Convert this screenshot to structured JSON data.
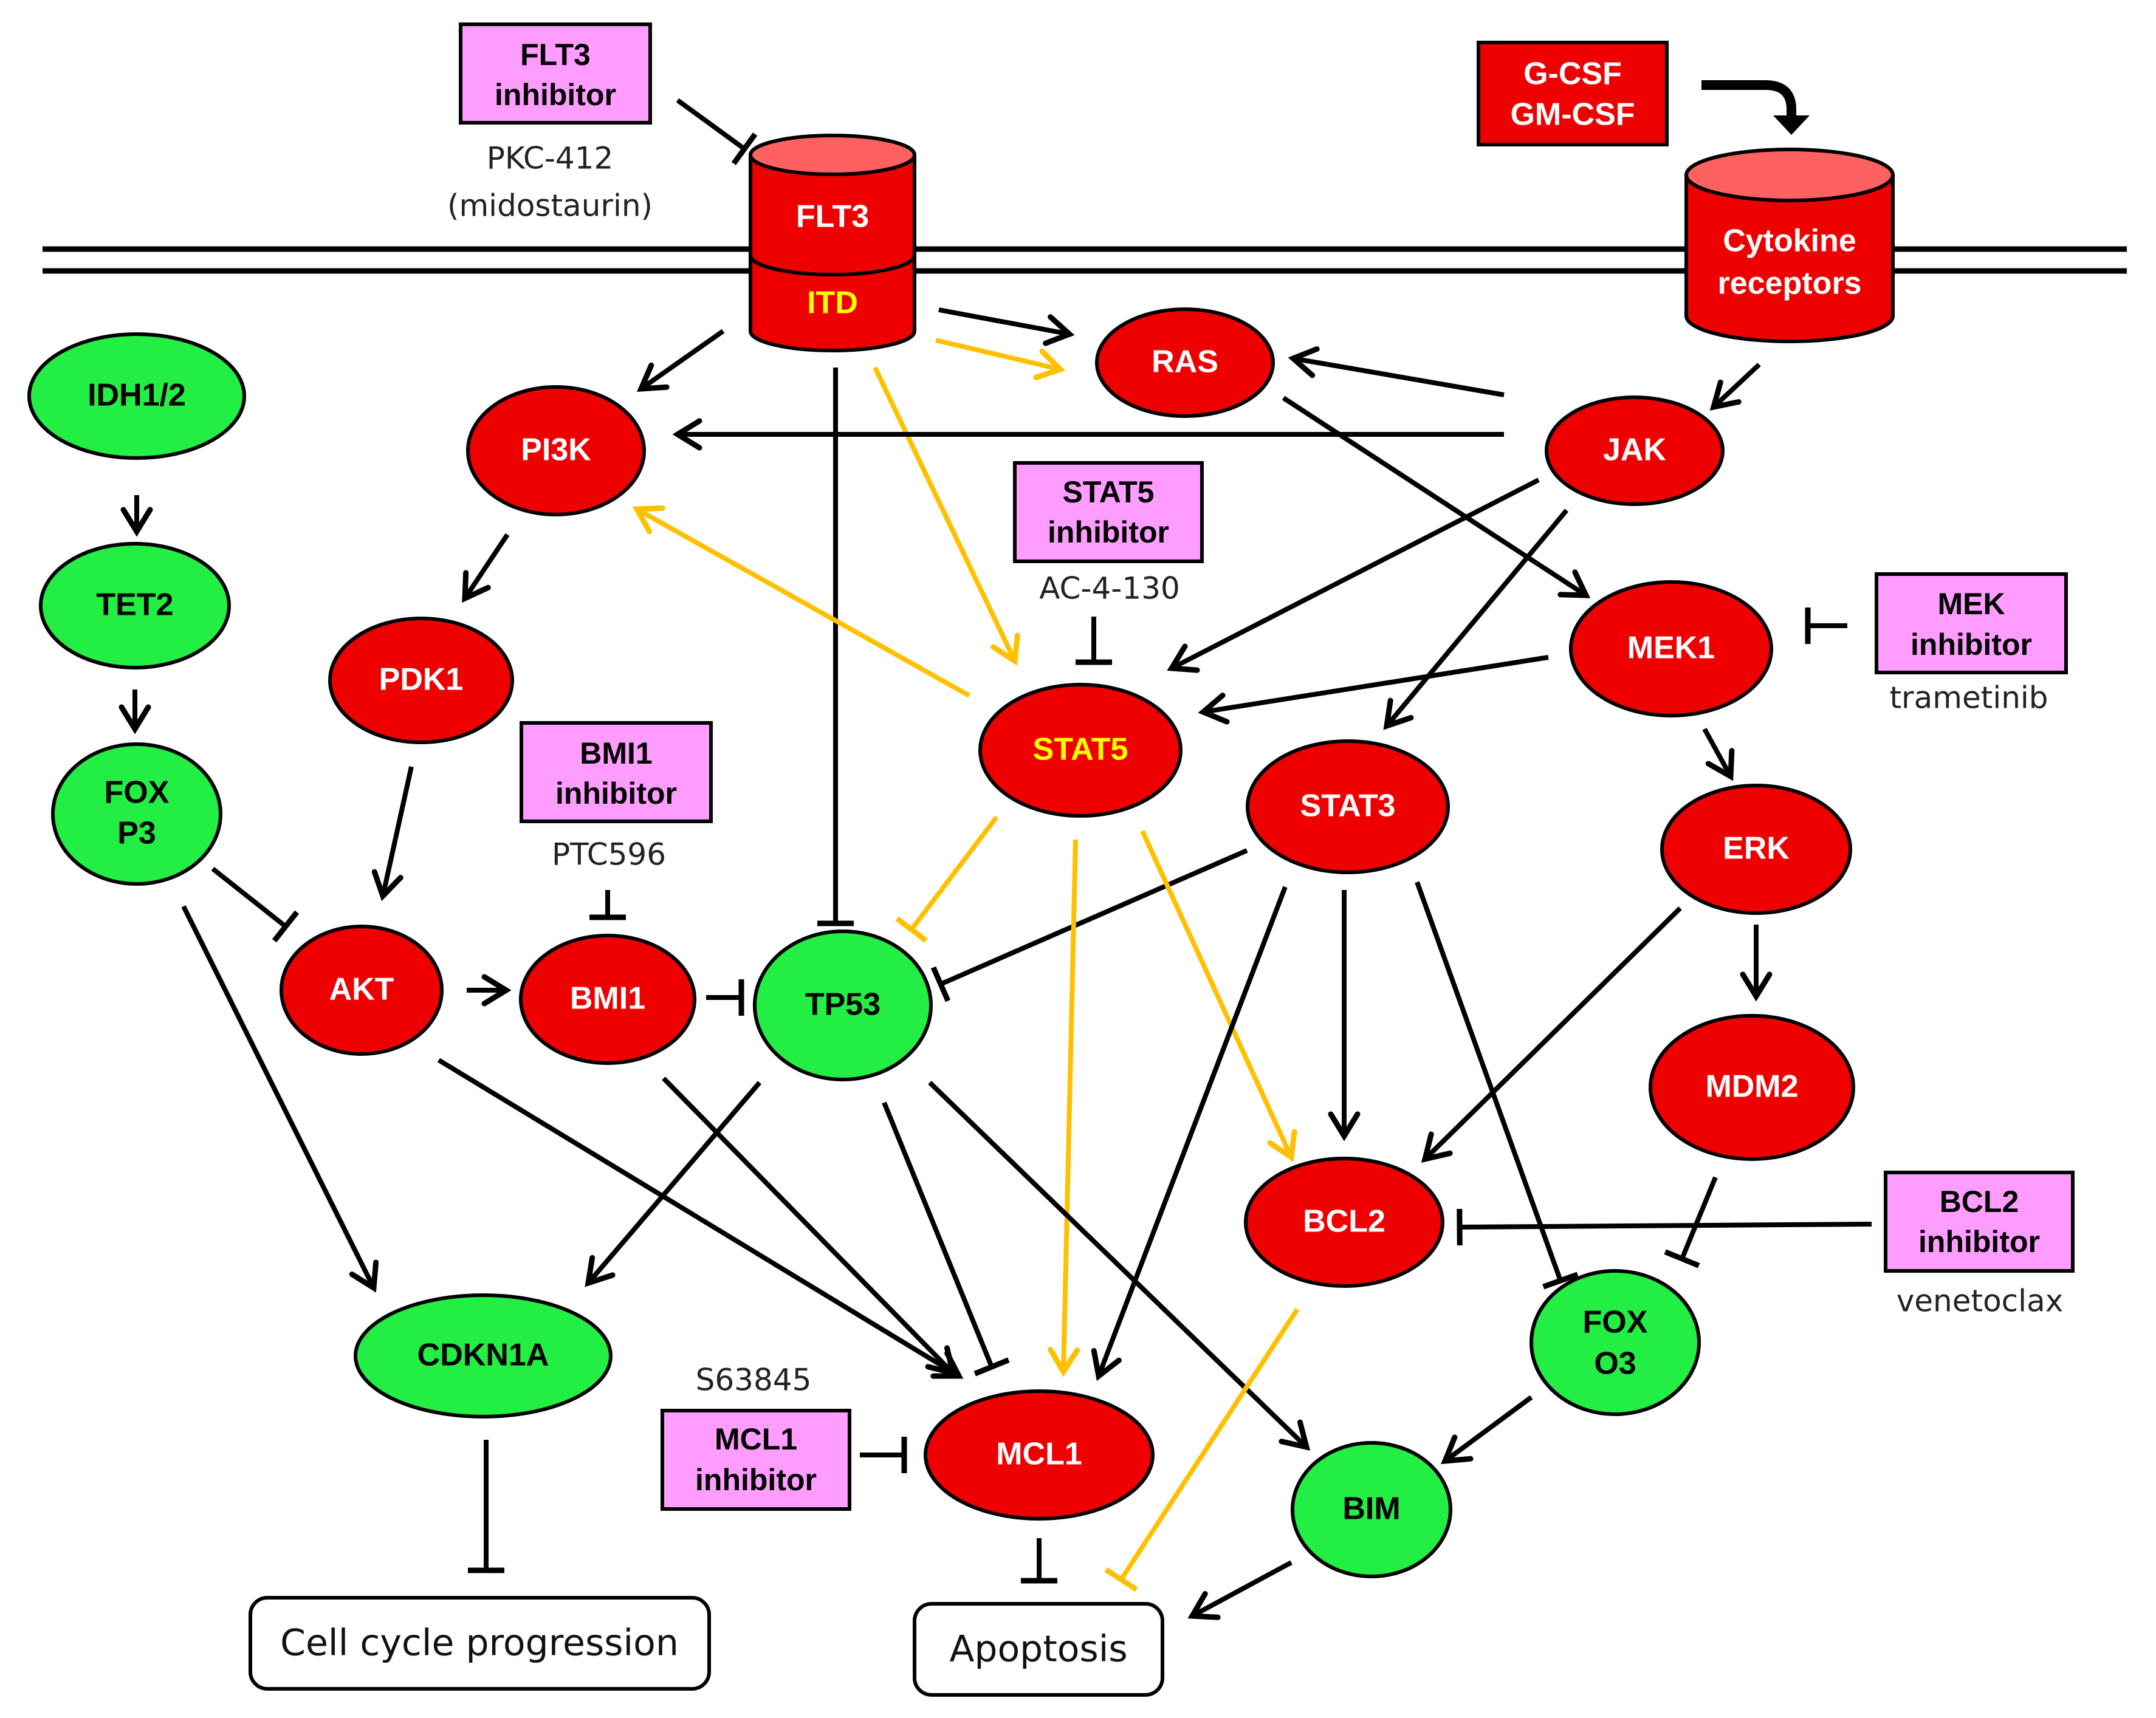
{
  "colors": {
    "oncogene": "#ee0000",
    "tumor_suppressor": "#22ee44",
    "inhibitor_box": "#ff9cff",
    "black_edge": "#000000",
    "yellow_edge": "#ffc000",
    "yellow_text": "#ffff00"
  },
  "nodes": {
    "idh12": "IDH1/2",
    "tet2": "TET2",
    "foxp3_l1": "FOX",
    "foxp3_l2": "P3",
    "pi3k": "PI3K",
    "pdk1": "PDK1",
    "akt": "AKT",
    "bmi1": "BMI1",
    "tp53": "TP53",
    "cdkn1a": "CDKN1A",
    "mcl1": "MCL1",
    "stat5": "STAT5",
    "stat3": "STAT3",
    "ras": "RAS",
    "jak": "JAK",
    "mek1": "MEK1",
    "erk": "ERK",
    "mdm2": "MDM2",
    "bcl2": "BCL2",
    "foxo3_l1": "FOX",
    "foxo3_l2": "O3",
    "bim": "BIM"
  },
  "receptors": {
    "flt3": "FLT3",
    "itd": "ITD",
    "cytokine_l1": "Cytokine",
    "cytokine_l2": "receptors"
  },
  "ligand": {
    "line1": "G-CSF",
    "line2": "GM-CSF"
  },
  "inhibitors": {
    "flt3": {
      "line1": "FLT3",
      "line2": "inhibitor",
      "drug_line1": "PKC-412",
      "drug_line2": "(midostaurin)"
    },
    "stat5": {
      "line1": "STAT5",
      "line2": "inhibitor",
      "drug": "AC-4-130"
    },
    "mek": {
      "line1": "MEK",
      "line2": "inhibitor",
      "drug": "trametinib"
    },
    "bmi1": {
      "line1": "BMI1",
      "line2": "inhibitor",
      "drug": "PTC596"
    },
    "bcl2": {
      "line1": "BCL2",
      "line2": "inhibitor",
      "drug": "venetoclax"
    },
    "mcl1": {
      "line1": "MCL1",
      "line2": "inhibitor",
      "drug": "S63845"
    }
  },
  "outcomes": {
    "cell_cycle": "Cell cycle progression",
    "apoptosis": "Apoptosis"
  }
}
